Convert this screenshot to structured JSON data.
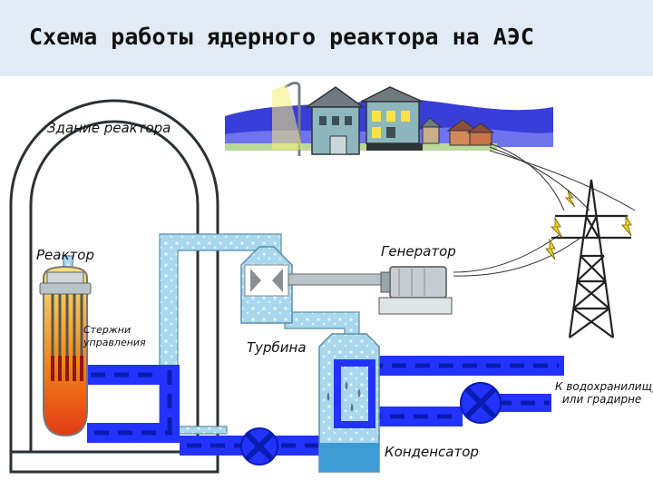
{
  "title": "Схема работы ядерного реактора на АЭС",
  "labels": {
    "reactor_building": "Здание реактора",
    "reactor": "Реактор",
    "control_rods_line1": "Стержни",
    "control_rods_line2": "управления",
    "generator": "Генератор",
    "turbine": "Турбина",
    "condenser": "Конденсатор",
    "outlet_line1": "К водохранилищу",
    "outlet_line2": "или градирне"
  },
  "colors": {
    "title_band": "#e1ebf6",
    "building_outline": "#2a3136",
    "steam_pipe": "#a9d8ee",
    "water_pipe": "#2233ff",
    "water_dash": "#0a1bb0",
    "core_hot": "#e23a15",
    "core_warm": "#f5d51e",
    "metal": "#b9c3c8"
  },
  "icons": [
    "house-icon",
    "street-lamp-icon",
    "power-tower-icon",
    "pump-icon",
    "turbine-icon"
  ]
}
